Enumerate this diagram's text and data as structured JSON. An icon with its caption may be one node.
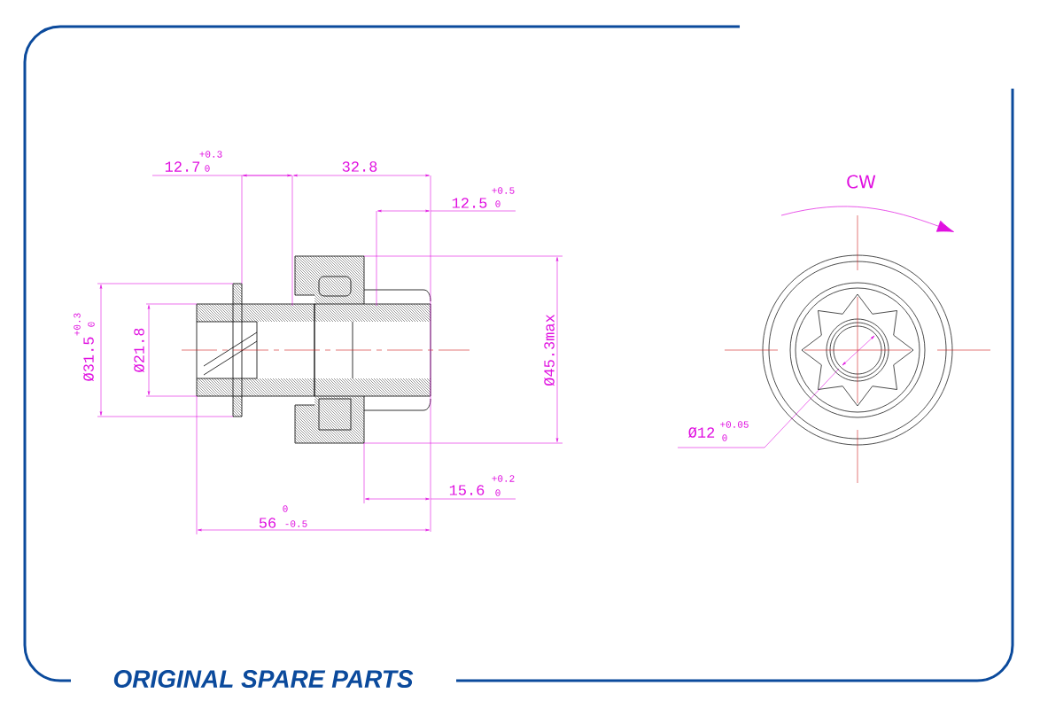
{
  "diagram": {
    "labels": [
      "12.7",
      "+0.3",
      "0",
      "32.8",
      "12.5",
      "+0.5",
      "0",
      "Ø31.5",
      "+0.3",
      "0",
      "Ø21.8",
      "Ø45.3max",
      "CW",
      "Ø12",
      "+0.05",
      "0",
      "15.6",
      "+0.2",
      "0",
      "56",
      "0",
      "-0.5",
      "ORIGINAL SPARE PARTS"
    ]
  }
}
